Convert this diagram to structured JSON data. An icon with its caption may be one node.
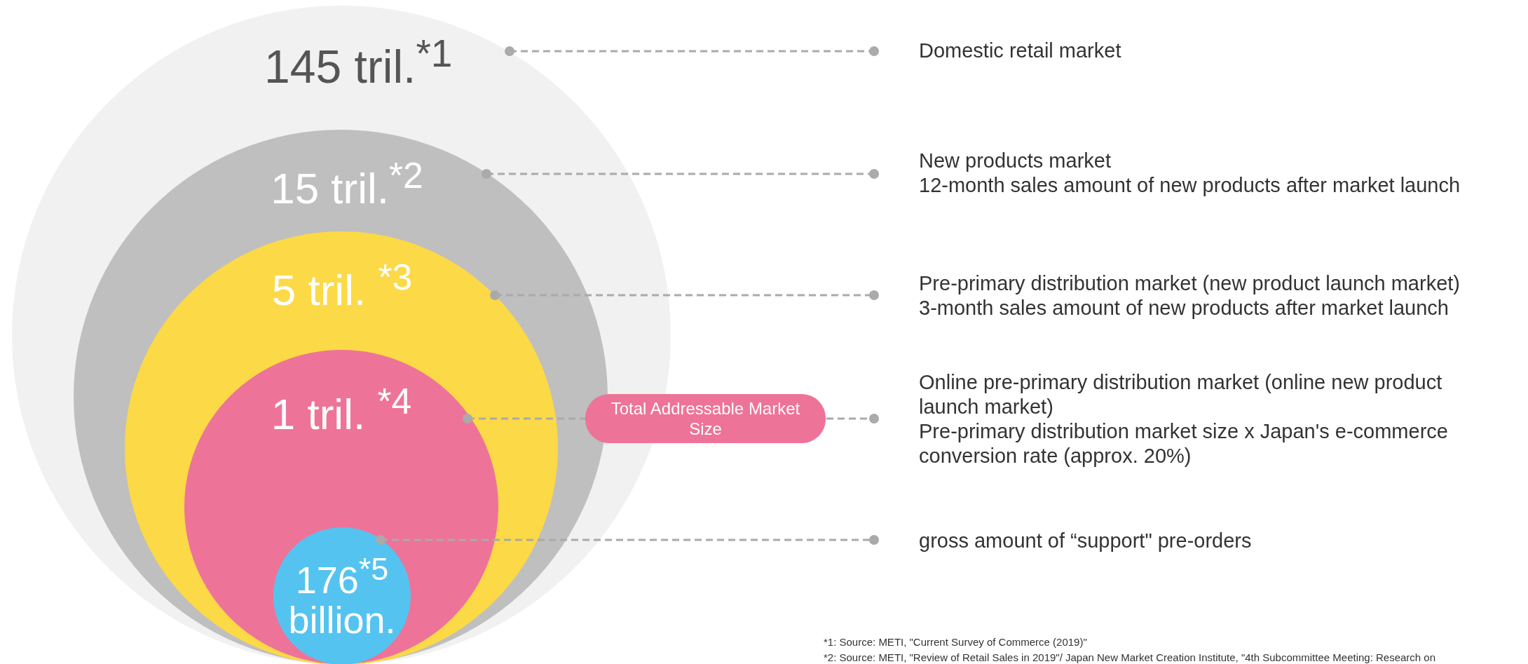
{
  "diagram": {
    "nodes": [
      {
        "text": [
          "145 tril.$^{*1}$"
        ]
      },
      {
        "text": [
          "15 tril.$^{*2}$"
        ],
        "in": 0
      },
      {
        "text": [
          "5 tril. $^{*3}$"
        ],
        "in": 1
      },
      {
        "text": [
          "1 tril. $^{*4}$"
        ],
        "in": 2
      },
      {
        "text": [
          "176$^{*5}$ billion."
        ],
        "in": 3
      },
      {
        "text": [
          "Domestic retail market"
        ]
      },
      {
        "text": [
          "New products market",
          "12-month sales amount of new products after market launch"
        ]
      },
      {
        "text": [
          "Pre-primary distribution market (new product launch market)",
          "3-month sales amount of new products after market launch"
        ]
      },
      {
        "text": [
          "Online pre-primary distribution market (online new product launch market)",
          "Pre-primary distribution market size x Japan's e-commerce conversion rate (approx. 20%)"
        ]
      },
      {
        "text": [
          "gross amount of “support\" pre-orders"
        ]
      }
    ],
    "edges": [
      {
        "from": 0,
        "to": 5,
        "arrow": "other",
        "style": "dashed"
      },
      {
        "from": 1,
        "to": 6,
        "arrow": "other",
        "style": "dashed"
      },
      {
        "from": 2,
        "to": 7,
        "arrow": "other",
        "style": "dashed"
      },
      {
        "from": 3,
        "to": 8,
        "arrow": "other",
        "style": "dashed",
        "label": "Total Addressable Market Size"
      },
      {
        "from": 4,
        "to": 9,
        "arrow": "other",
        "style": "dashed"
      }
    ],
    "labels": [
      "*1: Source: METI, \"Current Survey of Commerce (2019)\"",
      "*2: Source: METI, \"Review of Retail Sales in 2019\"/ Japan New Market Creation Institute, \"4th Subcommittee Meeting: Research on"
    ]
  }
}
